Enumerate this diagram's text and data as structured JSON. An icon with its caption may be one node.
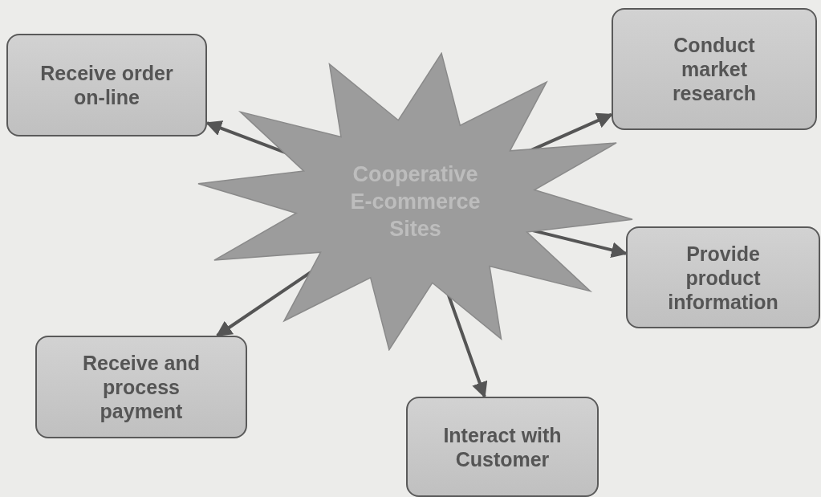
{
  "diagram": {
    "nodes": [
      {
        "text": [
          "Cooperative E-commerce Sites"
        ]
      },
      {
        "text": [
          "Receive order on-line"
        ]
      },
      {
        "text": [
          "Conduct market research"
        ]
      },
      {
        "text": [
          "Provide product information"
        ]
      },
      {
        "text": [
          "Receive and process payment"
        ]
      },
      {
        "text": [
          "Interact with Customer"
        ]
      }
    ],
    "edges": [
      {
        "from": 0,
        "to": 1,
        "arrow": "to"
      },
      {
        "from": 0,
        "to": 2,
        "arrow": "to"
      },
      {
        "from": 0,
        "to": 3,
        "arrow": "to"
      },
      {
        "from": 0,
        "to": 4,
        "arrow": "to"
      },
      {
        "from": 0,
        "to": 5,
        "arrow": "to"
      }
    ]
  }
}
